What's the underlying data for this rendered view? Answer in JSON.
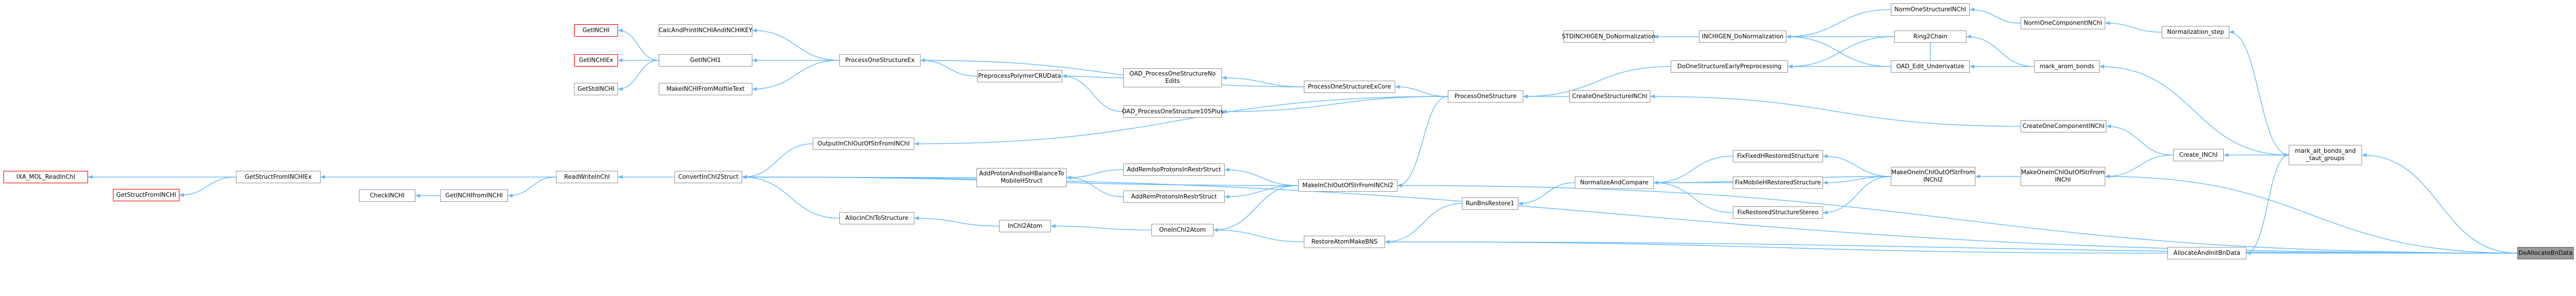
{
  "graph": {
    "edge_color": "#63b8ff",
    "node_border_color": "#999999",
    "external_border_color": "#ff0000",
    "highlight_fill": "#999999",
    "nodes": {
      "GetINCHI": {
        "label": "GetINCHI",
        "style": "red"
      },
      "GetINCHIEx": {
        "label": "GetINCHIEx",
        "style": "red"
      },
      "GetStdINCHI": {
        "label": "GetStdINCHI",
        "style": "normal"
      },
      "CalcAndPrintINCHIAndINCHIKEY": {
        "label": "CalcAndPrintINCHIAndINCHIKEY",
        "style": "normal"
      },
      "GetINCHI1": {
        "label": "GetINCHI1",
        "style": "normal"
      },
      "MakeINCHIFromMolfileText": {
        "label": "MakeINCHIFromMolfileText",
        "style": "normal"
      },
      "ProcessOneStructureEx": {
        "label": "ProcessOneStructureEx",
        "style": "normal"
      },
      "PreprocessPolymerCRUData": {
        "label": "PreprocessPolymerCRUData",
        "style": "normal"
      },
      "OAD_ProcessOneStructureNoEdits": {
        "label": "OAD_ProcessOneStructureNo\nEdits",
        "style": "normal"
      },
      "OAD_ProcessOneStructure105Plus": {
        "label": "OAD_ProcessOneStructure105Plus",
        "style": "normal"
      },
      "ProcessOneStructureExCore": {
        "label": "ProcessOneStructureExCore",
        "style": "normal"
      },
      "ProcessOneStructure": {
        "label": "ProcessOneStructure",
        "style": "normal"
      },
      "STDINCHIGEN_DoNormalization": {
        "label": "STDINCHIGEN_DoNormalization",
        "style": "normal"
      },
      "INCHIGEN_DoNormalization": {
        "label": "INCHIGEN_DoNormalization",
        "style": "normal"
      },
      "DoOneStructureEarlyPreprocessing": {
        "label": "DoOneStructureEarlyPreprocessing",
        "style": "normal"
      },
      "CreateOneStructureINChI": {
        "label": "CreateOneStructureINChI",
        "style": "normal"
      },
      "NormOneStructureINChI": {
        "label": "NormOneStructureINChI",
        "style": "normal"
      },
      "Ring2Chain": {
        "label": "Ring2Chain",
        "style": "normal"
      },
      "OAD_Edit_Underivatize": {
        "label": "OAD_Edit_Underivatize",
        "style": "normal"
      },
      "NormOneComponentINChI": {
        "label": "NormOneComponentINChI",
        "style": "normal"
      },
      "Normalization_step": {
        "label": "Normalization_step",
        "style": "normal"
      },
      "mark_arom_bonds": {
        "label": "mark_arom_bonds",
        "style": "normal"
      },
      "CreateOneComponentINChI": {
        "label": "CreateOneComponentINChI",
        "style": "normal"
      },
      "Create_INChI": {
        "label": "Create_INChI",
        "style": "normal"
      },
      "mark_alt_bonds_and_taut_groups": {
        "label": "mark_alt_bonds_and\n_taut_groups",
        "style": "normal"
      },
      "IXA_MOL_ReadInChI": {
        "label": "IXA_MOL_ReadInChI",
        "style": "red"
      },
      "GetStructFromINCHI": {
        "label": "GetStructFromINCHI",
        "style": "red"
      },
      "GetStructFromINCHIEx": {
        "label": "GetStructFromINCHIEx",
        "style": "normal"
      },
      "CheckINCHI": {
        "label": "CheckINCHI",
        "style": "normal"
      },
      "GetINCHIfromINCHI": {
        "label": "GetINCHIfromINCHI",
        "style": "normal"
      },
      "ReadWriteInChI": {
        "label": "ReadWriteInChI",
        "style": "normal"
      },
      "ConvertInChI2Struct": {
        "label": "ConvertInChI2Struct",
        "style": "normal"
      },
      "OutputInChIOutOfStrFromINChI": {
        "label": "OutputInChIOutOfStrFromINChI",
        "style": "normal"
      },
      "AddProtonAndIsoHBalanceToMobileHStruct": {
        "label": "AddProtonAndIsoHBalanceTo\nMobileHStruct",
        "style": "normal"
      },
      "AddRemIsoProtonsInRestrStruct": {
        "label": "AddRemIsoProtonsInRestrStruct",
        "style": "normal"
      },
      "AddRemProtonsInRestrStruct": {
        "label": "AddRemProtonsInRestrStruct",
        "style": "normal"
      },
      "AllocInChIToStructure": {
        "label": "AllocInChIToStructure",
        "style": "normal"
      },
      "InChI2Atom": {
        "label": "InChI2Atom",
        "style": "normal"
      },
      "OneInChI2Atom": {
        "label": "OneInChI2Atom",
        "style": "normal"
      },
      "MakeInChIOutOfStrFromINChI2": {
        "label": "MakeInChIOutOfStrFromINChI2",
        "style": "normal"
      },
      "RunBnsRestore1": {
        "label": "RunBnsRestore1",
        "style": "normal"
      },
      "RestoreAtomMakeBNS": {
        "label": "RestoreAtomMakeBNS",
        "style": "normal"
      },
      "NormalizeAndCompare": {
        "label": "NormalizeAndCompare",
        "style": "normal"
      },
      "FixFixedHRestoredStructure": {
        "label": "FixFixedHRestoredStructure",
        "style": "normal"
      },
      "FixMobileHRestoredStructure": {
        "label": "FixMobileHRestoredStructure",
        "style": "normal"
      },
      "FixRestoredStructureStereo": {
        "label": "FixRestoredStructureStereo",
        "style": "normal"
      },
      "MakeOneInChIOutOfStrFromINChI2": {
        "label": "MakeOneInChIOutOfStrFrom\nINChI2",
        "style": "normal"
      },
      "MakeOneInChIOutOfStrFromINChI": {
        "label": "MakeOneInChIOutOfStrFrom\nINChI",
        "style": "normal"
      },
      "AllocateAndInitBnData": {
        "label": "AllocateAndInitBnData",
        "style": "normal"
      },
      "DeAllocateBnData": {
        "label": "DeAllocateBnData",
        "style": "highlight"
      }
    },
    "edges": [
      [
        "GetINCHI",
        "GetINCHI1"
      ],
      [
        "GetINCHIEx",
        "GetINCHI1"
      ],
      [
        "GetStdINCHI",
        "GetINCHI1"
      ],
      [
        "CalcAndPrintINCHIAndINCHIKEY",
        "ProcessOneStructureEx"
      ],
      [
        "GetINCHI1",
        "ProcessOneStructureEx"
      ],
      [
        "MakeINCHIFromMolfileText",
        "ProcessOneStructureEx"
      ],
      [
        "ProcessOneStructureEx",
        "PreprocessPolymerCRUData"
      ],
      [
        "ProcessOneStructureEx",
        "ProcessOneStructureExCore"
      ],
      [
        "PreprocessPolymerCRUData",
        "OAD_ProcessOneStructureNoEdits"
      ],
      [
        "PreprocessPolymerCRUData",
        "OAD_ProcessOneStructure105Plus"
      ],
      [
        "OAD_ProcessOneStructureNoEdits",
        "ProcessOneStructureExCore"
      ],
      [
        "OAD_ProcessOneStructure105Plus",
        "ProcessOneStructure"
      ],
      [
        "ProcessOneStructureExCore",
        "ProcessOneStructure"
      ],
      [
        "ProcessOneStructure",
        "DoOneStructureEarlyPreprocessing"
      ],
      [
        "ProcessOneStructure",
        "CreateOneStructureINChI"
      ],
      [
        "STDINCHIGEN_DoNormalization",
        "INCHIGEN_DoNormalization"
      ],
      [
        "INCHIGEN_DoNormalization",
        "NormOneStructureINChI"
      ],
      [
        "INCHIGEN_DoNormalization",
        "Ring2Chain"
      ],
      [
        "INCHIGEN_DoNormalization",
        "OAD_Edit_Underivatize"
      ],
      [
        "DoOneStructureEarlyPreprocessing",
        "Ring2Chain"
      ],
      [
        "DoOneStructureEarlyPreprocessing",
        "OAD_Edit_Underivatize"
      ],
      [
        "OAD_Edit_Underivatize",
        "Ring2Chain"
      ],
      [
        "NormOneStructureINChI",
        "NormOneComponentINChI"
      ],
      [
        "NormOneComponentINChI",
        "Normalization_step"
      ],
      [
        "Ring2Chain",
        "mark_arom_bonds"
      ],
      [
        "OAD_Edit_Underivatize",
        "mark_arom_bonds"
      ],
      [
        "Normalization_step",
        "mark_alt_bonds_and_taut_groups"
      ],
      [
        "mark_arom_bonds",
        "mark_alt_bonds_and_taut_groups"
      ],
      [
        "CreateOneStructureINChI",
        "CreateOneComponentINChI"
      ],
      [
        "CreateOneComponentINChI",
        "Create_INChI"
      ],
      [
        "Create_INChI",
        "mark_alt_bonds_and_taut_groups"
      ],
      [
        "IXA_MOL_ReadInChI",
        "GetStructFromINCHIEx"
      ],
      [
        "GetStructFromINCHI",
        "GetStructFromINCHIEx"
      ],
      [
        "GetStructFromINCHIEx",
        "ReadWriteInChI"
      ],
      [
        "CheckINCHI",
        "GetINCHIfromINCHI"
      ],
      [
        "GetINCHIfromINCHI",
        "ReadWriteInChI"
      ],
      [
        "ReadWriteInChI",
        "ConvertInChI2Struct"
      ],
      [
        "ConvertInChI2Struct",
        "OutputInChIOutOfStrFromINChI"
      ],
      [
        "ConvertInChI2Struct",
        "AddProtonAndIsoHBalanceToMobileHStruct"
      ],
      [
        "ConvertInChI2Struct",
        "AllocInChIToStructure"
      ],
      [
        "ConvertInChI2Struct",
        "MakeInChIOutOfStrFromINChI2"
      ],
      [
        "OutputInChIOutOfStrFromINChI",
        "ProcessOneStructure"
      ],
      [
        "AddProtonAndIsoHBalanceToMobileHStruct",
        "AddRemIsoProtonsInRestrStruct"
      ],
      [
        "AddProtonAndIsoHBalanceToMobileHStruct",
        "AddRemProtonsInRestrStruct"
      ],
      [
        "AddRemIsoProtonsInRestrStruct",
        "MakeInChIOutOfStrFromINChI2"
      ],
      [
        "AddRemProtonsInRestrStruct",
        "MakeInChIOutOfStrFromINChI2"
      ],
      [
        "AllocInChIToStructure",
        "InChI2Atom"
      ],
      [
        "InChI2Atom",
        "OneInChI2Atom"
      ],
      [
        "OneInChI2Atom",
        "MakeInChIOutOfStrFromINChI2"
      ],
      [
        "OneInChI2Atom",
        "RestoreAtomMakeBNS"
      ],
      [
        "MakeInChIOutOfStrFromINChI2",
        "ProcessOneStructure"
      ],
      [
        "RunBnsRestore1",
        "NormalizeAndCompare"
      ],
      [
        "RestoreAtomMakeBNS",
        "RunBnsRestore1"
      ],
      [
        "NormalizeAndCompare",
        "FixFixedHRestoredStructure"
      ],
      [
        "NormalizeAndCompare",
        "FixMobileHRestoredStructure"
      ],
      [
        "NormalizeAndCompare",
        "FixRestoredStructureStereo"
      ],
      [
        "NormalizeAndCompare",
        "MakeOneInChIOutOfStrFromINChI2"
      ],
      [
        "FixFixedHRestoredStructure",
        "MakeOneInChIOutOfStrFromINChI2"
      ],
      [
        "FixMobileHRestoredStructure",
        "MakeOneInChIOutOfStrFromINChI2"
      ],
      [
        "FixRestoredStructureStereo",
        "MakeOneInChIOutOfStrFromINChI2"
      ],
      [
        "MakeOneInChIOutOfStrFromINChI2",
        "MakeOneInChIOutOfStrFromINChI"
      ],
      [
        "MakeOneInChIOutOfStrFromINChI",
        "Create_INChI"
      ],
      [
        "RestoreAtomMakeBNS",
        "AllocateAndInitBnData"
      ],
      [
        "AllocateAndInitBnData",
        "DeAllocateBnData"
      ],
      [
        "mark_alt_bonds_and_taut_groups",
        "DeAllocateBnData"
      ],
      [
        "MakeOneInChIOutOfStrFromINChI",
        "DeAllocateBnData"
      ],
      [
        "RestoreAtomMakeBNS",
        "DeAllocateBnData"
      ],
      [
        "MakeInChIOutOfStrFromINChI2",
        "DeAllocateBnData"
      ],
      [
        "ConvertInChI2Struct",
        "DeAllocateBnData"
      ],
      [
        "mark_alt_bonds_and_taut_groups",
        "AllocateAndInitBnData"
      ]
    ]
  }
}
